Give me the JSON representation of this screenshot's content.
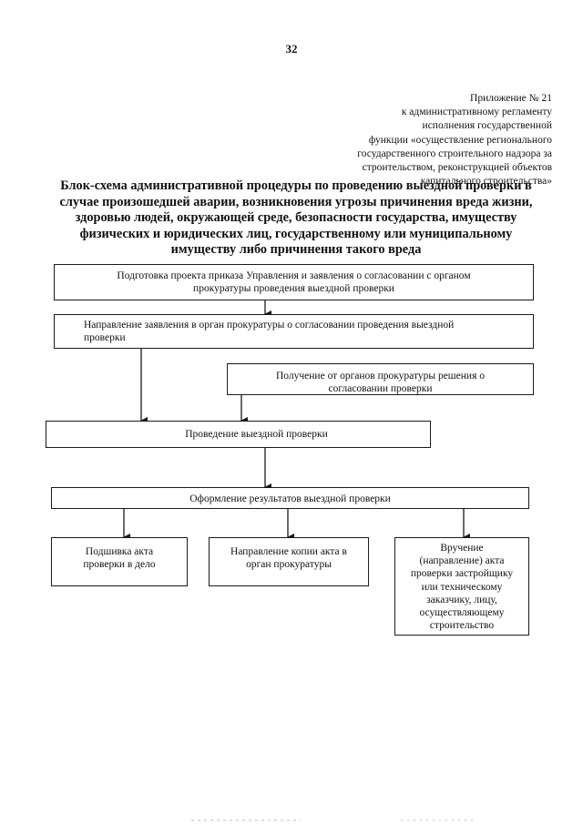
{
  "page_number": "32",
  "appendix": {
    "lines": [
      "Приложение № 21",
      "к административному регламенту",
      "исполнения государственной",
      "функции «осуществление регионального",
      "государственного строительного надзора за",
      "строительством, реконструкцией объектов",
      "капитального строительства»"
    ]
  },
  "title": {
    "lines": [
      "Блок-схема административной процедуры по  проведению выездной проверки в",
      "случае произошедшей аварии, возникновения угрозы причинения вреда жизни,",
      "здоровью людей, окружающей среде, безопасности государства, имуществу",
      "физических и юридических лиц, государственному или муниципальному",
      "имуществу либо причинения такого вреда"
    ]
  },
  "flowchart": {
    "boxes": [
      {
        "id": "prepare-order",
        "lines": [
          "Подготовка проекта приказа Управления и заявления о согласовании с органом",
          "прокуратуры проведения выездной проверки"
        ]
      },
      {
        "id": "send-application",
        "lines": [
          "Направление заявления в орган прокуратуры о согласовании проведения выездной",
          "проверки"
        ]
      },
      {
        "id": "receive-decision",
        "lines": [
          "Получение от органов прокуратуры решения о",
          "согласовании проверки"
        ]
      },
      {
        "id": "conduct-inspection",
        "lines": [
          "Проведение выездной проверки"
        ]
      },
      {
        "id": "formalize-results",
        "lines": [
          "Оформление результатов  выездной проверки"
        ]
      },
      {
        "id": "file-act",
        "lines": [
          "Подшивка акта",
          "проверки в дело"
        ]
      },
      {
        "id": "send-copy",
        "lines": [
          "Направление копии акта в",
          "орган прокуратуры"
        ]
      },
      {
        "id": "deliver-act",
        "lines": [
          "Вручение",
          "(направление)  акта",
          "проверки застройщику",
          "или техническому",
          "заказчику, лицу,",
          "осуществляющему",
          "строительство"
        ]
      }
    ]
  }
}
